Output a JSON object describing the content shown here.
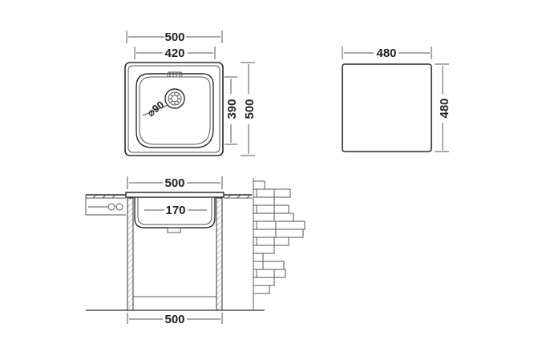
{
  "top_view": {
    "outer_width": "500",
    "bowl_width": "420",
    "bowl_depth_label": "390",
    "outer_depth_label": "500",
    "drain_diameter": "⌀90"
  },
  "cutout_view": {
    "width": "480",
    "height": "480"
  },
  "side_view": {
    "top_width": "500",
    "bowl_depth": "170",
    "cabinet_width": "500"
  },
  "colors": {
    "line": "#2b2b2b",
    "wood": "#d9b98a",
    "hatch": "#777777"
  }
}
